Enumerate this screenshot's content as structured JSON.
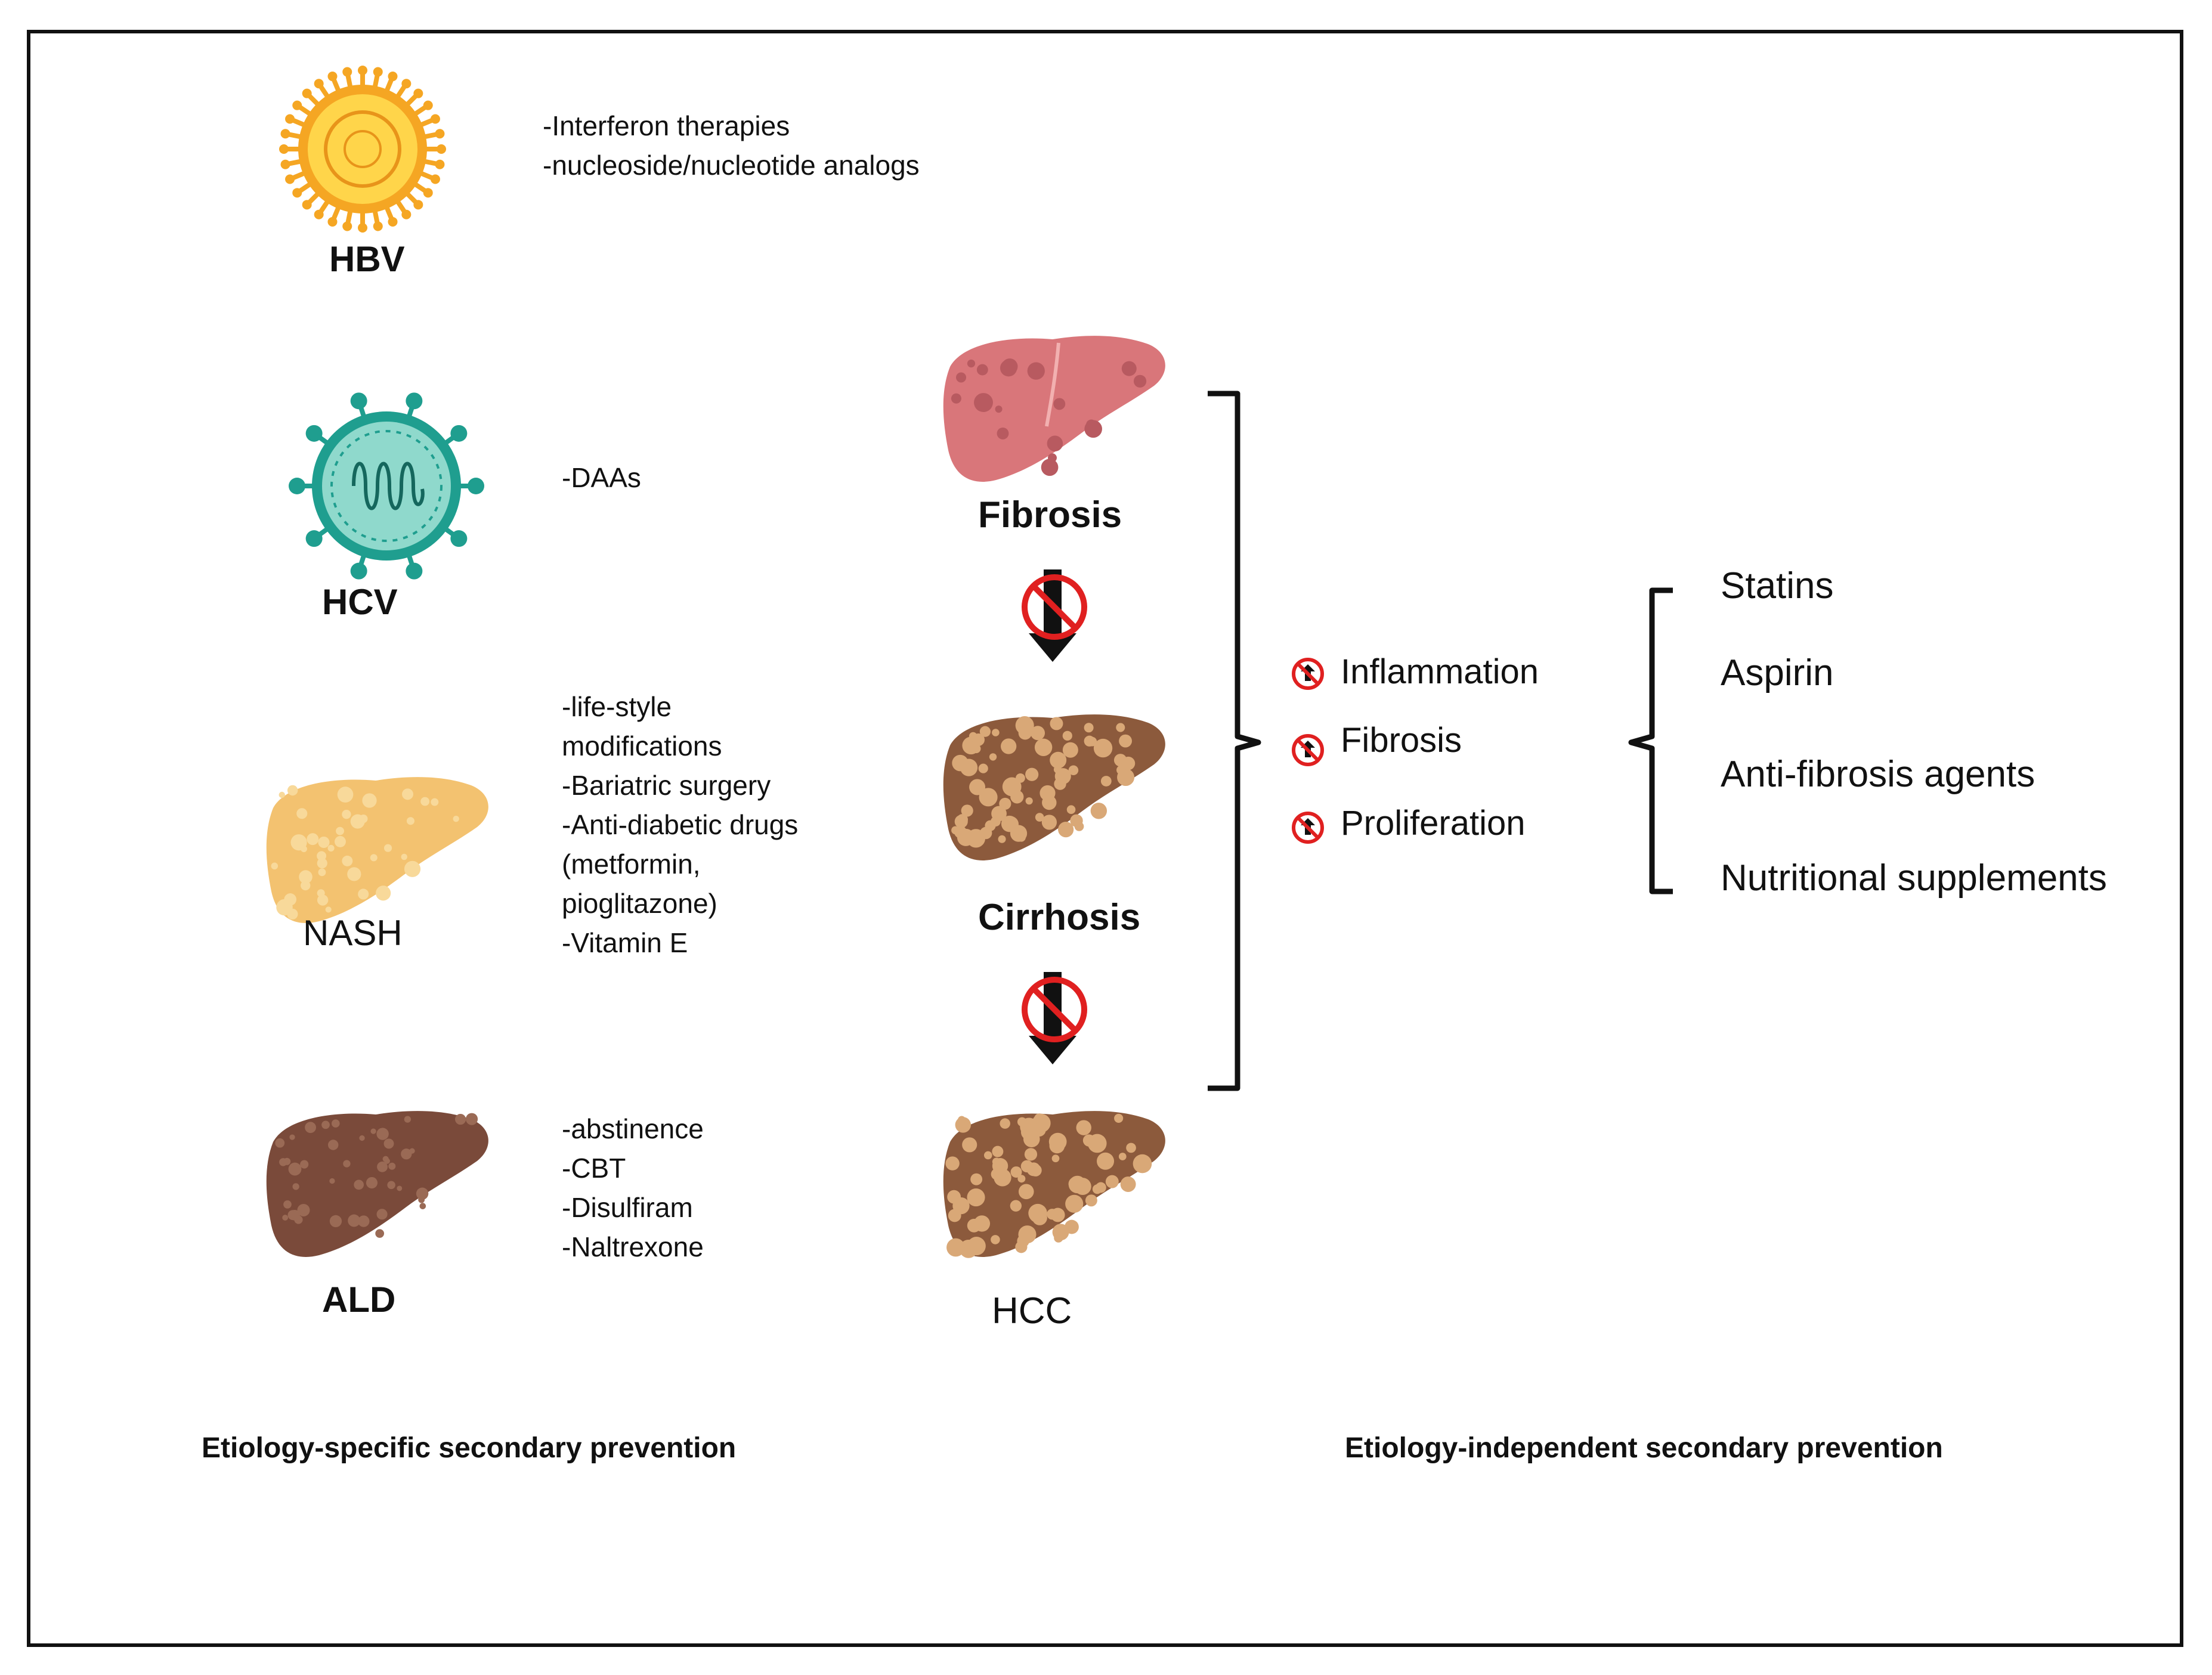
{
  "etiologies": [
    {
      "name": "HBV",
      "treatments": [
        "-Interferon therapies",
        "-nucleoside/nucleotide analogs"
      ]
    },
    {
      "name": "HCV",
      "treatments": [
        "-DAAs"
      ]
    },
    {
      "name": "NASH",
      "treatments": [
        "-life-style",
        "modifications",
        "-Bariatric surgery",
        "-Anti-diabetic drugs",
        "(metformin,",
        "pioglitazone)",
        "-Vitamin E"
      ]
    },
    {
      "name": "ALD",
      "treatments": [
        "-abstinence",
        "-CBT",
        "-Disulfiram",
        "-Naltrexone"
      ]
    }
  ],
  "stages": [
    "Fibrosis",
    "Cirrhosis",
    "HCC"
  ],
  "effects": [
    "Inflammation",
    "Fibrosis",
    "Proliferation"
  ],
  "agents": [
    "Statins",
    "Aspirin",
    "Anti-fibrosis agents",
    "Nutritional supplements"
  ],
  "footer": {
    "left": "Etiology-specific secondary prevention",
    "right": "Etiology-independent secondary prevention"
  },
  "colors": {
    "hbv_ring": "#f5a623",
    "hbv_core": "#ffd54a",
    "hcv_shell": "#1f9e8f",
    "hcv_core": "#8fd9cc",
    "liver_fibrosis": "#d9767a",
    "liver_nash": "#f3c270",
    "liver_ald": "#7a4a3a",
    "liver_cirrhosis": "#8c5a3c",
    "nodule": "#d9a877",
    "prohibit": "#e02020"
  }
}
